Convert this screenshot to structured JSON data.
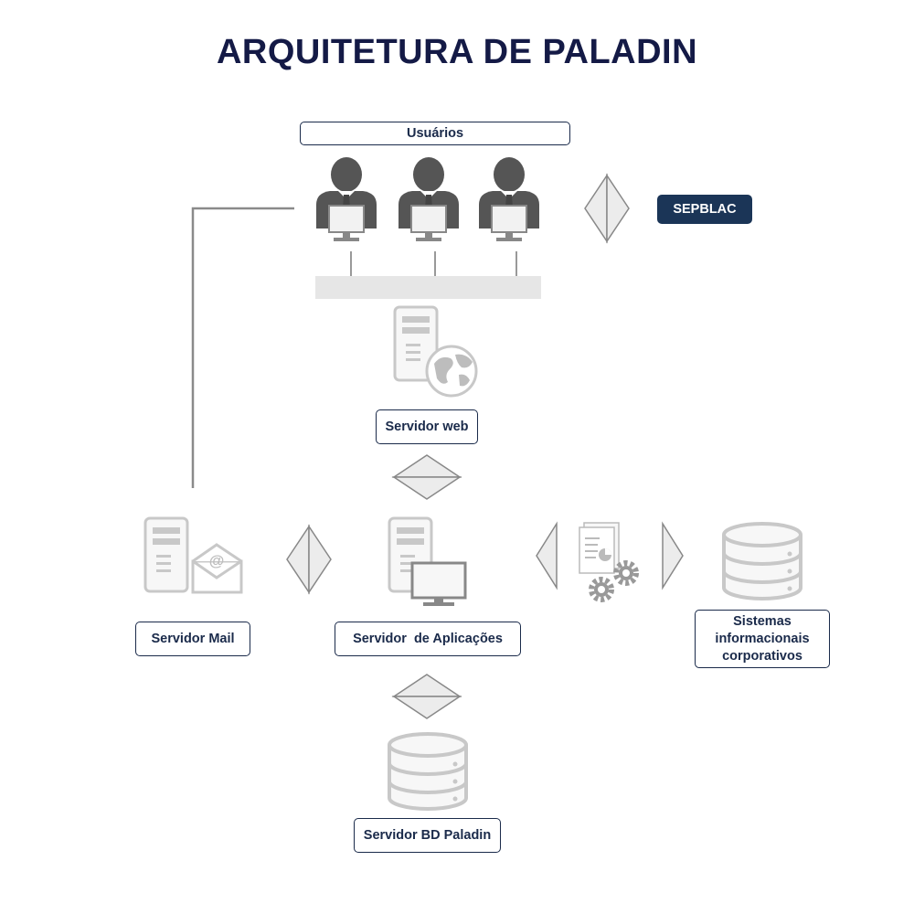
{
  "title": "ARQUITETURA DE PALADIN",
  "nodes": {
    "usuarios": "Usuários",
    "sepblac": "SEPBLAC",
    "servidor_web": "Servidor web",
    "servidor_mail": "Servidor Mail",
    "servidor_aplicacoes": "Servidor  de Aplicações",
    "sistemas_line1": "Sistemas",
    "sistemas_line2": "informacionais",
    "sistemas_line3": "corporativos",
    "servidor_bd": "Servidor BD Paladin"
  },
  "icons": {
    "users": "user-at-computer-icon",
    "web_server": "web-server-globe-icon",
    "mail_server": "mail-server-icon",
    "app_server": "application-server-icon",
    "reports": "reports-gears-icon",
    "database": "database-icon"
  },
  "colors": {
    "title": "#141a46",
    "label_border": "#1a2a4a",
    "label_dark_bg": "#1b3557",
    "icon_gray": "#c8c8c8",
    "user_gray": "#555555"
  }
}
